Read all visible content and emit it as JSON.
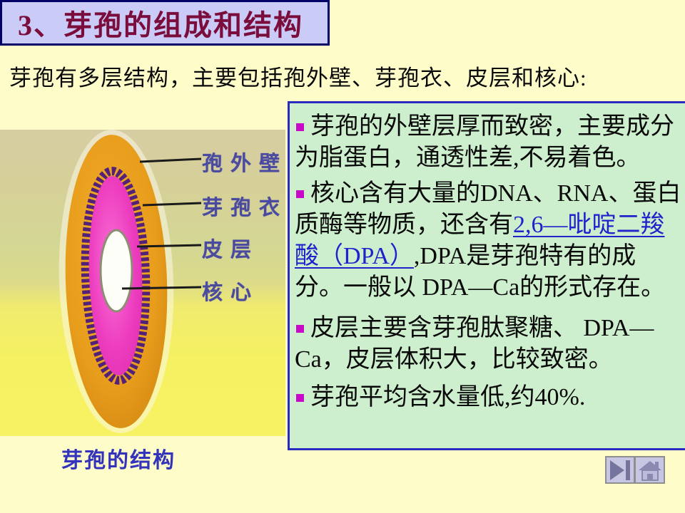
{
  "slide": {
    "title": "3、芽孢的组成和结构",
    "subtitle": "芽孢有多层结构，主要包括孢外壁、芽孢衣、皮层和核心:",
    "caption": "芽孢的结构"
  },
  "diagram": {
    "description": "cross-section of a bacterial endospore",
    "labels": [
      "孢外壁",
      "芽孢衣",
      "皮层",
      "核心"
    ]
  },
  "notes": {
    "items": [
      {
        "segments": [
          {
            "text": "芽孢的外壁层厚而致密，主要成分为脂蛋白，通透性差,不易着色。",
            "link": false
          }
        ]
      },
      {
        "segments": [
          {
            "text": "核心含有大量的DNA、RNA、蛋白质酶等物质，还含有",
            "link": false
          },
          {
            "text": "2,6—吡啶二羧酸（DPA）",
            "link": true
          },
          {
            "text": ",DPA是芽孢特有的成分。一般以 DPA—Ca的形式存在。",
            "link": false
          }
        ]
      },
      {
        "segments": [
          {
            "text": "皮层主要含芽孢肽聚糖、 DPA—Ca，皮层体积大，比较致密。",
            "link": false
          }
        ]
      },
      {
        "segments": [
          {
            "text": "芽孢平均含水量低,约40%.",
            "link": false
          }
        ]
      }
    ]
  },
  "nav": {
    "icons": [
      "next-icon",
      "home-icon"
    ]
  },
  "colors": {
    "slide_bg": "#FEFCC9",
    "title_bg": "#CBCBF7",
    "title_border": "#000066",
    "title_text": "#7A0D3B",
    "notes_bg": "#CDEFCD",
    "notes_border": "#2A2AC0",
    "bullet": "#C80AC8",
    "link": "#2222CC",
    "caption_text": "#3333BB",
    "spore_outer_wall": "#E89D1C",
    "spore_coat": "#542179",
    "spore_cortex": "#EE3EC0",
    "spore_core": "#FFFFFF",
    "nav_btn_bg": "#C7C7E3",
    "nav_glyph": "#74749C"
  }
}
